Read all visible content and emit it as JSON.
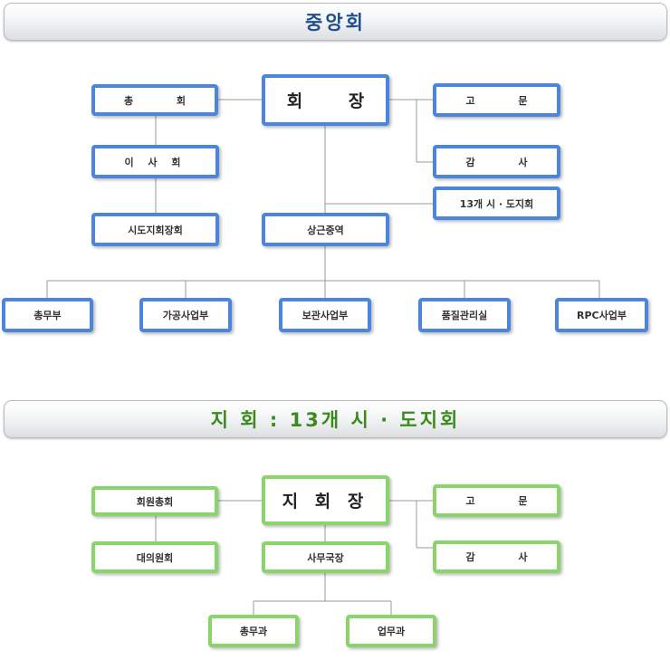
{
  "central": {
    "title": "중앙회",
    "chairman": "회 장",
    "general_meeting": "총 회",
    "board": "이 사 회",
    "provincial_chairmen": "시도지회장회",
    "advisor": "고 문",
    "auditor": "감 사",
    "branches": "13개 시 · 도지회",
    "executive_director": "상근중역",
    "departments": [
      "총무부",
      "가공사업부",
      "보관사업부",
      "품질관리실",
      "RPC사업부"
    ]
  },
  "branch": {
    "title": "지 회 : 13개 시 · 도지회",
    "chairman": "지 회 장",
    "general_meeting": "회원총회",
    "delegates": "대의원회",
    "advisor": "고 문",
    "auditor": "감 사",
    "secretary_general": "사무국장",
    "sections": [
      "총무과",
      "업무과"
    ]
  },
  "colors": {
    "central_border": "#4b86dc",
    "branch_border": "#8ad56a",
    "central_title": "#1e4e8c",
    "branch_title": "#3c8a1e"
  }
}
